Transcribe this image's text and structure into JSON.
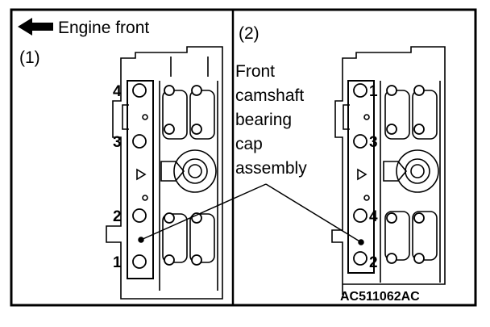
{
  "figure": {
    "engine_front_label": "Engine front",
    "panel1_label": "(1)",
    "panel2_label": "(2)",
    "callout_lines": [
      "Front",
      "camshaft",
      "bearing",
      "cap",
      "assembly"
    ],
    "figure_code": "AC511062AC",
    "panel1_bolts": [
      "4",
      "3",
      "2",
      "1"
    ],
    "panel2_bolts": [
      "1",
      "3",
      "4",
      "2"
    ]
  }
}
